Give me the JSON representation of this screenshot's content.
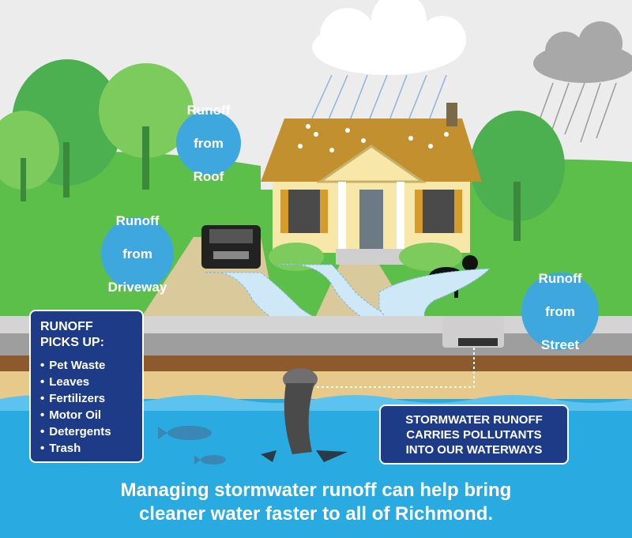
{
  "callouts": {
    "roof": [
      "Runoff",
      "from",
      "Roof"
    ],
    "driveway": [
      "Runoff",
      "from",
      "Driveway"
    ],
    "street": [
      "Runoff",
      "from",
      "Street"
    ]
  },
  "pickup_box": {
    "title": "RUNOFF\nPICKS UP:",
    "items": [
      "Pet Waste",
      "Leaves",
      "Fertilizers",
      "Motor Oil",
      "Detergents",
      "Trash"
    ]
  },
  "carries_box": {
    "text": "STORMWATER RUNOFF\nCARRIES POLLUTANTS\nINTO OUR WATERWAYS"
  },
  "caption": "Managing stormwater runoff can help bring\ncleaner water faster to all of Richmond.",
  "colors": {
    "sky": "#ececec",
    "grass": "#5cbf4a",
    "tree_light": "#7ccb5c",
    "water": "#29abe2",
    "callout": "#3da7de",
    "box": "#1e3b88",
    "roof": "#c2902f",
    "wall": "#f7e7a8",
    "sidewalk": "#b4b4b4",
    "dirt": "#8c5a2c"
  }
}
